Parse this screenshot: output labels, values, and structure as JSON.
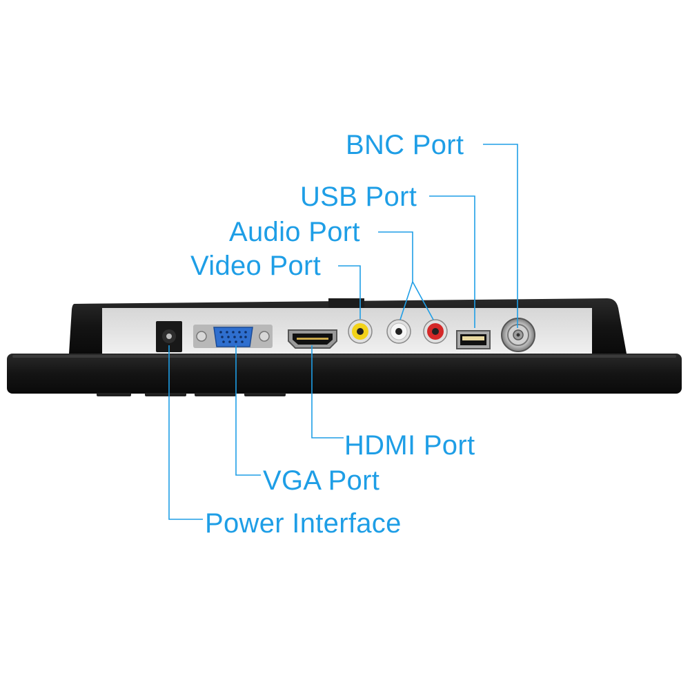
{
  "labels": {
    "bnc": "BNC Port",
    "usb": "USB Port",
    "audio": "Audio Port",
    "video": "Video Port",
    "hdmi": "HDMI Port",
    "vga": "VGA Port",
    "power": "Power Interface"
  },
  "colors": {
    "callout": "#1e9ee6",
    "housing": "#161616",
    "panel": "#e8e8e8",
    "vga_connector": "#2f6fcf",
    "rca_video": "#f2d21a",
    "rca_audio_left": "#f2f2f2",
    "rca_audio_right": "#d42828"
  }
}
